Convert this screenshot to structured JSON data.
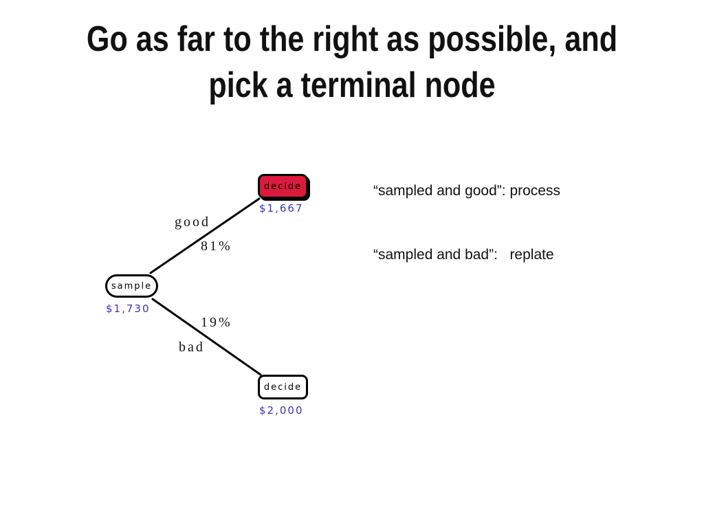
{
  "title": {
    "line1": "Go as far to the right as possible, and",
    "line2": "pick a terminal node"
  },
  "annotation": {
    "line1": "“sampled and good”: process",
    "line2": "“sampled and bad”:   replate"
  },
  "tree": {
    "root": {
      "label": "sample",
      "value": "$1,730"
    },
    "branches": [
      {
        "label": "good",
        "probability": "81%"
      },
      {
        "label": "bad",
        "probability": "19%"
      }
    ],
    "leaves": [
      {
        "label": "decide",
        "value": "$1,667",
        "highlighted": true
      },
      {
        "label": "decide",
        "value": "$2,000",
        "highlighted": false
      }
    ]
  },
  "colors": {
    "highlight_fill": "#DB1A3C",
    "value_text": "#3B36AE",
    "line": "#000000",
    "background": "#FFFFFF"
  }
}
